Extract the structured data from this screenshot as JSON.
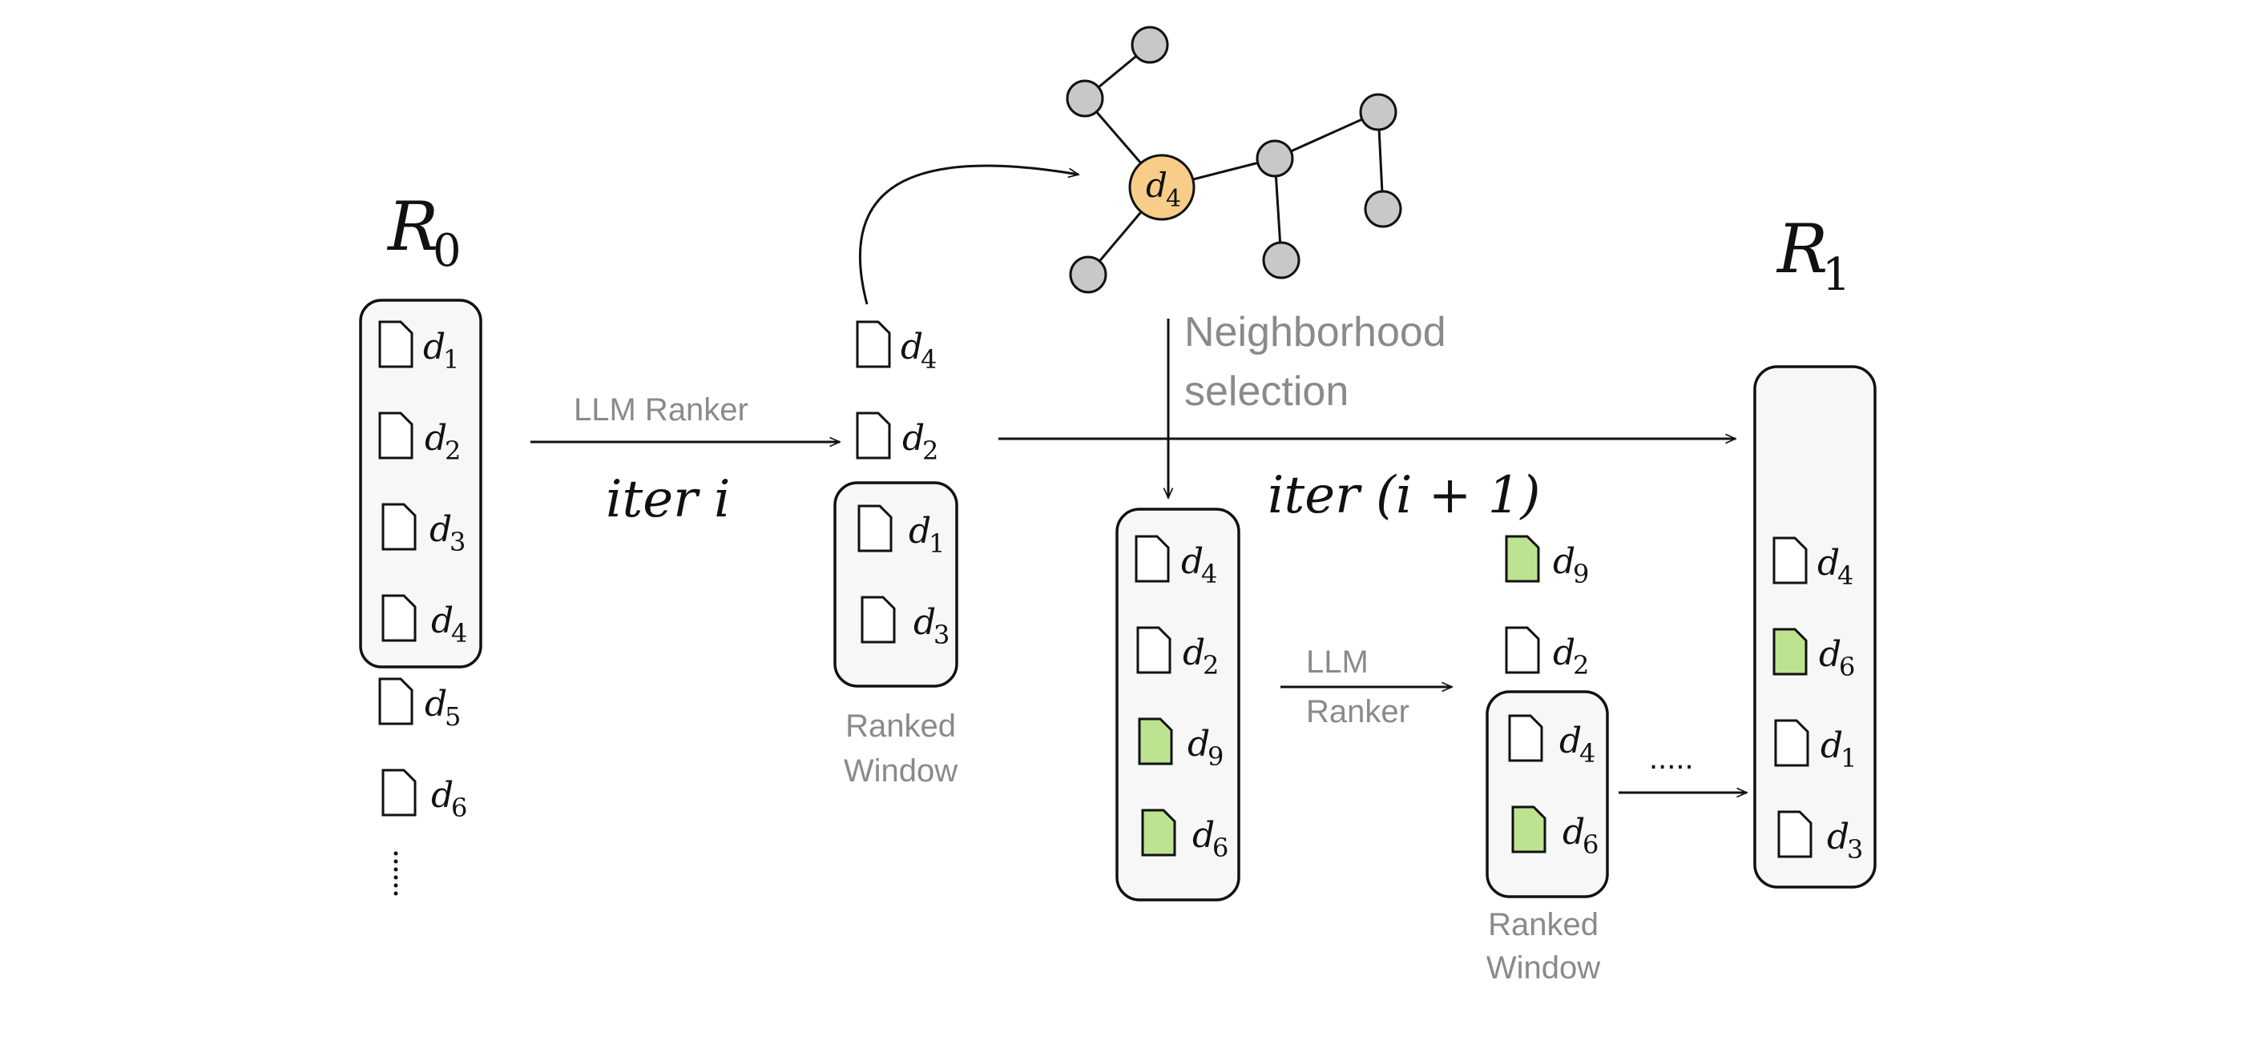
{
  "colors": {
    "doc_plain": "#ffffff",
    "doc_new": "#bde390",
    "hub_node": "#f8cd8a",
    "graph_node": "#c8c8c8",
    "box_fill": "#f7f7f7",
    "annotation_gray": "#8a8a8a"
  },
  "r0": {
    "label": "R",
    "sub": "0",
    "docs": [
      "1",
      "2",
      "3",
      "4",
      "5",
      "6"
    ]
  },
  "r1": {
    "label": "R",
    "sub": "1"
  },
  "step1": {
    "ranker": "LLM Ranker",
    "iter_label": "iter i"
  },
  "step1_out": {
    "top_docs": [
      "4",
      "2"
    ],
    "window_docs": [
      "1",
      "3"
    ]
  },
  "window_caption_1": {
    "line1": "Ranked",
    "line2": "Window"
  },
  "graph": {
    "hub_label": "d",
    "hub_sub": "4"
  },
  "neighborhood": {
    "line1": "Neighborhood",
    "line2": "selection"
  },
  "iter2": {
    "text": "iter (i + 1)"
  },
  "pool": {
    "docs": [
      {
        "id": "4",
        "new": false
      },
      {
        "id": "2",
        "new": false
      },
      {
        "id": "9",
        "new": true
      },
      {
        "id": "6",
        "new": true
      }
    ]
  },
  "step2": {
    "ranker_line1": "LLM",
    "ranker_line2": "Ranker"
  },
  "step2_out": {
    "top_docs": [
      {
        "id": "9",
        "new": true
      },
      {
        "id": "2",
        "new": false
      }
    ],
    "window_docs": [
      {
        "id": "4",
        "new": false
      },
      {
        "id": "6",
        "new": true
      }
    ]
  },
  "window_caption_2": {
    "line1": "Ranked",
    "line2": "Window"
  },
  "ellipsis": ".....",
  "r1_docs": [
    {
      "id": "4",
      "new": false
    },
    {
      "id": "6",
      "new": true
    },
    {
      "id": "1",
      "new": false
    },
    {
      "id": "3",
      "new": false
    }
  ]
}
